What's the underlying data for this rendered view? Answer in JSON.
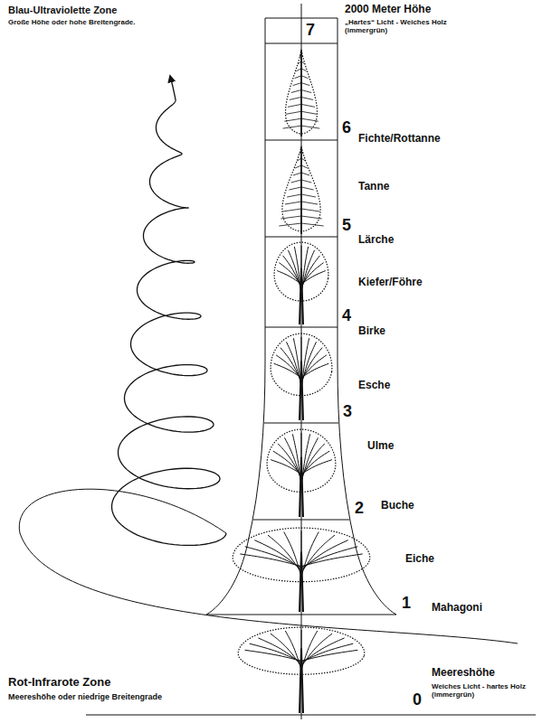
{
  "diagram": {
    "labels": [
      "Blau-Ultraviolette Zone",
      "Große Höhe oder hohe Breitengrade.",
      "7",
      "2000 Meter Höhe",
      "„Hartes“ Licht - Weiches Holz (immergrün)",
      "6",
      "Fichte/Rottanne",
      "Tanne",
      "5",
      "Lärche",
      "Kiefer/Föhre",
      "4",
      "Birke",
      "Esche",
      "3",
      "Ulme",
      "2",
      "Buche",
      "Eiche",
      "1",
      "Mahagoni",
      "Rot-Infrarote Zone",
      "Meereshöhe oder niedrige Breitengrade",
      "Meereshöhe",
      "Weiches Licht - hartes Holz (immergrün)",
      "0"
    ]
  }
}
